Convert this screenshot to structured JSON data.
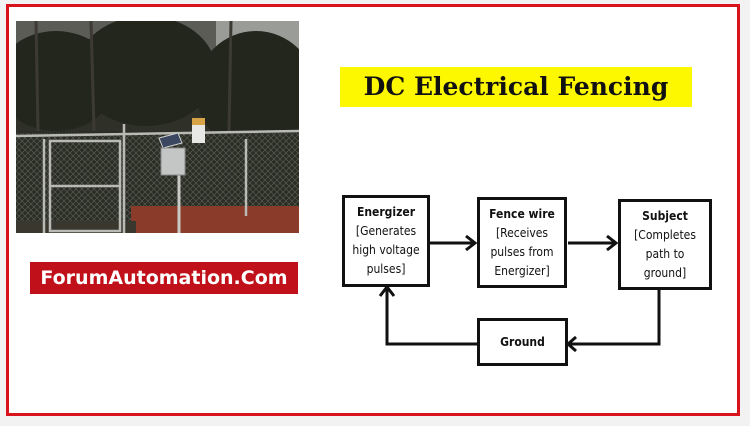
{
  "title": "DC Electrical Fencing",
  "brand": "ForumAutomation.Com",
  "photo": {
    "description": "Chain-link fence with gate, solar-powered energizer box and lamp on post, trees in background"
  },
  "diagram": {
    "nodes": [
      {
        "id": "energizer",
        "label": "Energizer",
        "desc": [
          "[Generates",
          "high voltage",
          "pulses]"
        ]
      },
      {
        "id": "fence_wire",
        "label": "Fence wire",
        "desc": [
          "[Receives",
          "pulses from",
          "Energizer]"
        ]
      },
      {
        "id": "subject",
        "label": "Subject",
        "desc": [
          "[Completes",
          "path to",
          "ground]"
        ]
      },
      {
        "id": "ground",
        "label": "Ground",
        "desc": []
      }
    ],
    "edges": [
      {
        "from": "energizer",
        "to": "fence_wire"
      },
      {
        "from": "fence_wire",
        "to": "subject"
      },
      {
        "from": "subject",
        "to": "ground"
      },
      {
        "from": "ground",
        "to": "energizer"
      }
    ]
  },
  "colors": {
    "border": "#d9121b",
    "title_bg": "#fdf700",
    "brand_bg": "#c0111a"
  }
}
